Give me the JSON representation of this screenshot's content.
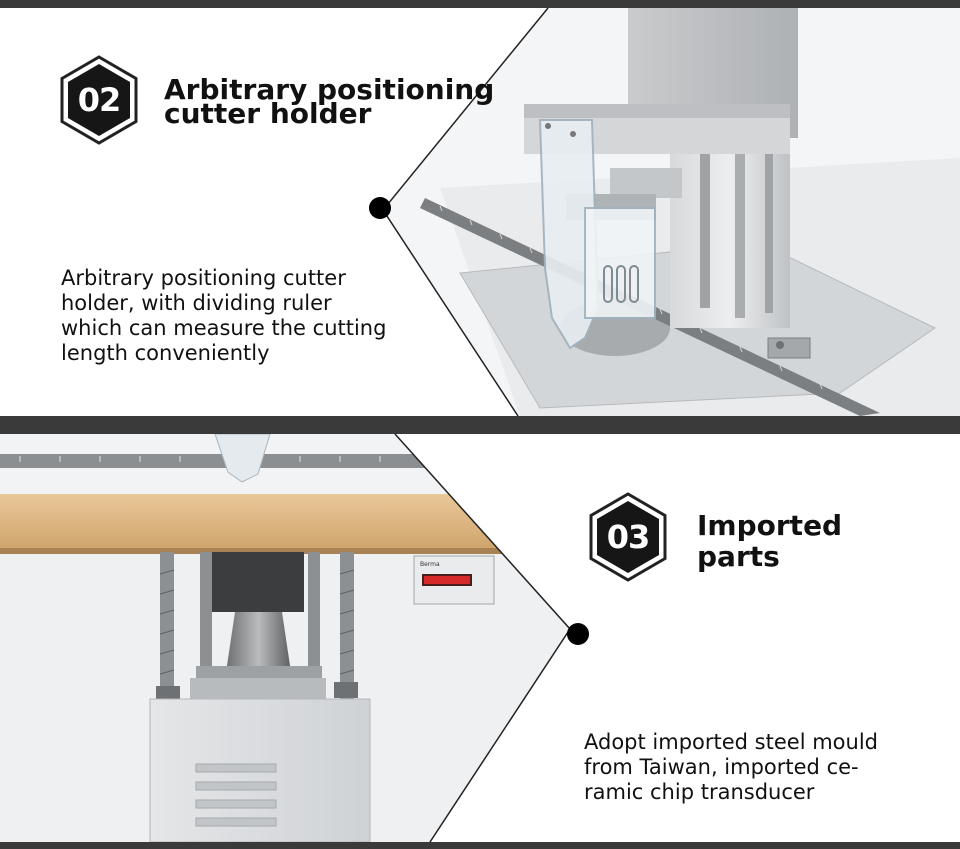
{
  "section_02": {
    "badge": "02",
    "title_line1": "Arbitrary positioning",
    "title_line2": "cutter holder",
    "description": "Arbitrary positioning cutter\nholder,    with dividing ruler\nwhich can measure the cutting\nlength conveniently"
  },
  "section_03": {
    "badge": "03",
    "title_line1": "Imported",
    "title_line2": "parts",
    "description": "Adopt imported steel mould\nfrom Taiwan, imported ce-\nramic chip transducer"
  },
  "counter_label": "Berma"
}
